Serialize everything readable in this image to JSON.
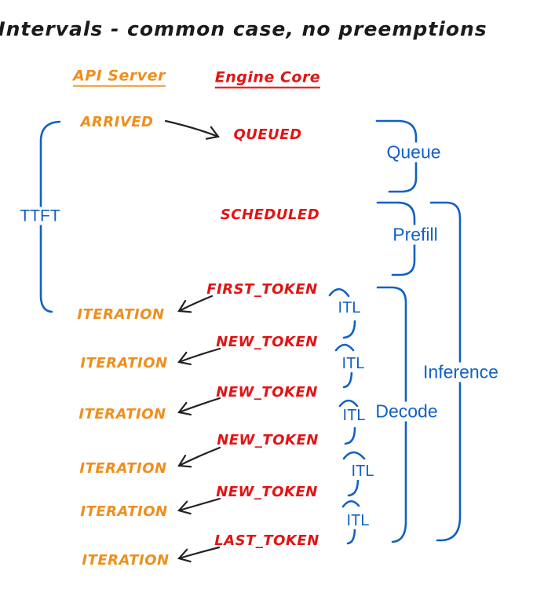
{
  "title": "Intervals - common case, no preemptions",
  "columns": {
    "api_server": "API Server",
    "engine_core": "Engine Core"
  },
  "api_events": {
    "arrived": "ARRIVED",
    "iterations": [
      "ITERATION",
      "ITERATION",
      "ITERATION",
      "ITERATION",
      "ITERATION",
      "ITERATION"
    ]
  },
  "engine_events": {
    "queued": "QUEUED",
    "scheduled": "SCHEDULED",
    "first_token": "FIRST_TOKEN",
    "new_tokens": [
      "NEW_TOKEN",
      "NEW_TOKEN",
      "NEW_TOKEN",
      "NEW_TOKEN"
    ],
    "last_token": "LAST_TOKEN"
  },
  "intervals": {
    "ttft": "TTFT",
    "queue": "Queue",
    "prefill": "Prefill",
    "itls": [
      "ITL",
      "ITL",
      "ITL",
      "ITL",
      "ITL"
    ],
    "decode": "Decode",
    "inference": "Inference"
  },
  "colors": {
    "api_orange": "#EE8F1D",
    "engine_red": "#E21414",
    "interval_blue": "#1161C4",
    "ink_black": "#1b1b1b"
  }
}
